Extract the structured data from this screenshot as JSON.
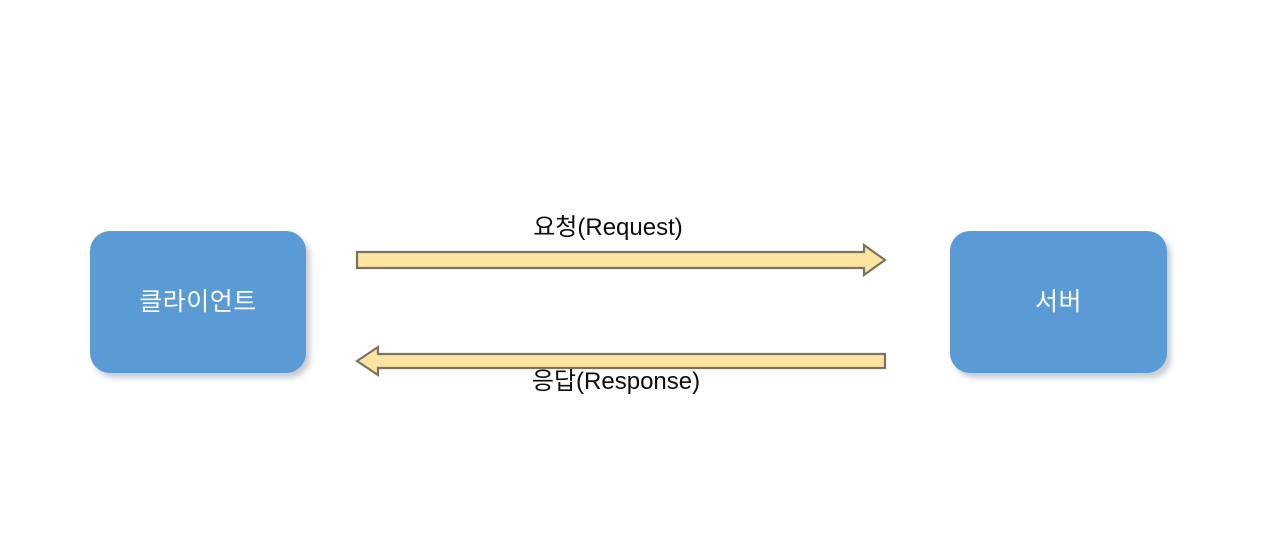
{
  "diagram": {
    "background_color": "#FFFFFF",
    "node_fill_color": "#5B9BD5",
    "node_text_color": "#FFFFFF",
    "arrow_fill_color": "#FCE5A0",
    "arrow_border_color": "#7F7161",
    "label_text_color": "#0D0D0D",
    "nodes": [
      {
        "id": "client",
        "label": "클라이언트"
      },
      {
        "id": "server",
        "label": "서버"
      }
    ],
    "arrows": [
      {
        "id": "request",
        "label": "요청(Request)",
        "direction": "right",
        "from": "client",
        "to": "server",
        "label_position": "above"
      },
      {
        "id": "response",
        "label": "응답(Response)",
        "direction": "left",
        "from": "server",
        "to": "client",
        "label_position": "below"
      }
    ]
  }
}
